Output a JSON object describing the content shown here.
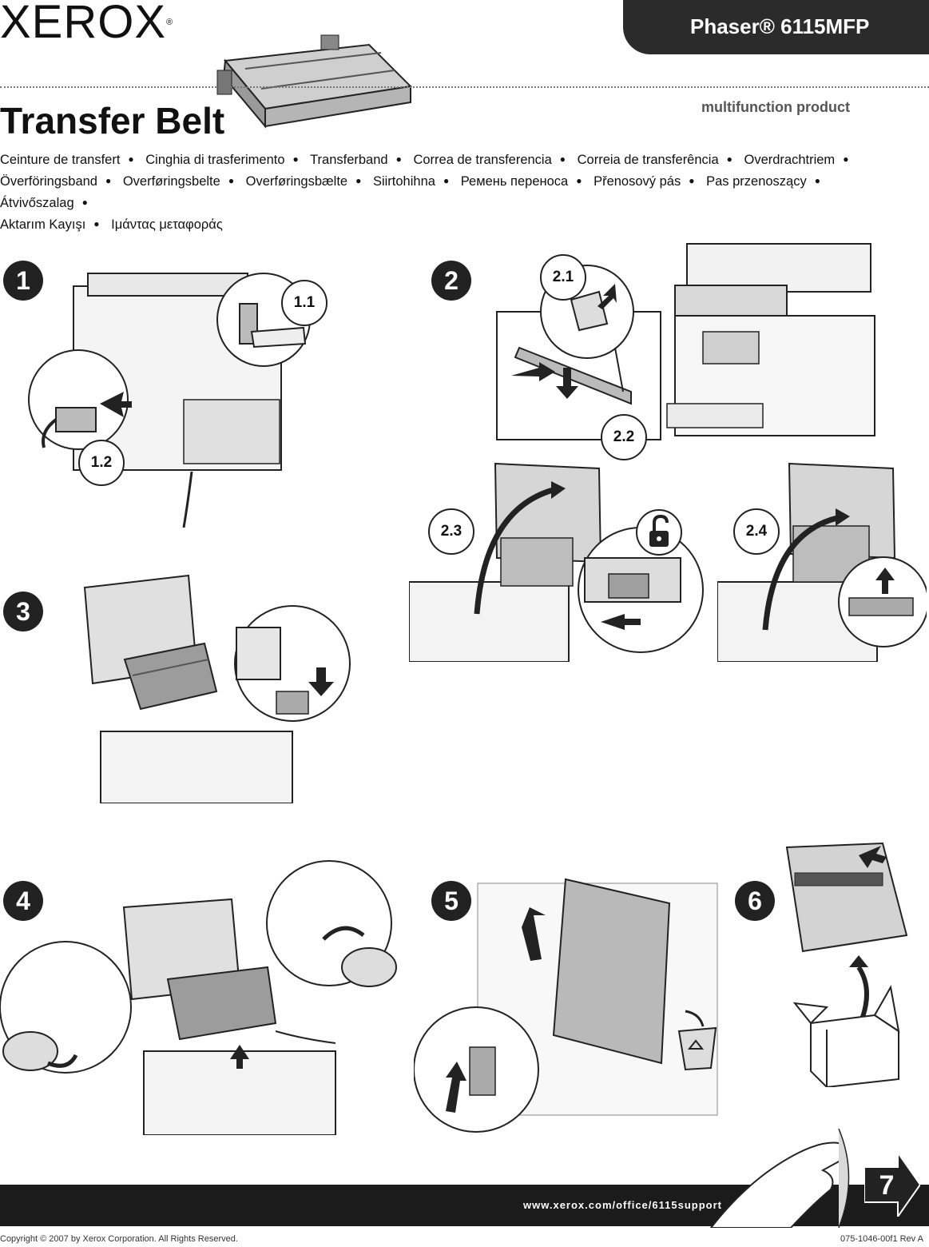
{
  "header": {
    "brand": "XEROX",
    "brand_mark": "®",
    "product": "Phaser® 6115MFP",
    "product_type": "multifunction product"
  },
  "title": "Transfer Belt",
  "translations": [
    "Ceinture de transfert",
    "Cinghia di trasferimento",
    "Transferband",
    "Correa de transferencia",
    "Correia de transferência",
    "Overdrachtriem",
    "Överföringsband",
    "Overføringsbelte",
    "Overføringsbælte",
    "Siirtohihna",
    "Ремень переноса",
    "Přenosový pás",
    "Pas przenoszący",
    "Átvivőszalag",
    "Aktarım Kayışı",
    "Ιμάντας μεταφοράς"
  ],
  "steps": {
    "s1": "1",
    "s2": "2",
    "s3": "3",
    "s4": "4",
    "s5": "5",
    "s6": "6"
  },
  "callouts": {
    "c1_1": "1.1",
    "c1_2": "1.2",
    "c2_1": "2.1",
    "c2_2": "2.2",
    "c2_3": "2.3",
    "c2_4": "2.4"
  },
  "footer": {
    "url": "www.xerox.com/office/6115support",
    "next_page": "7",
    "copyright": "Copyright ©  2007 by Xerox Corporation.  All Rights Reserved.",
    "doc_number": "075-1046-00f1 Rev A"
  },
  "icons": [
    "unlock-icon",
    "recycle-bin-icon",
    "arrow-icon",
    "hand-icon",
    "box-icon"
  ]
}
